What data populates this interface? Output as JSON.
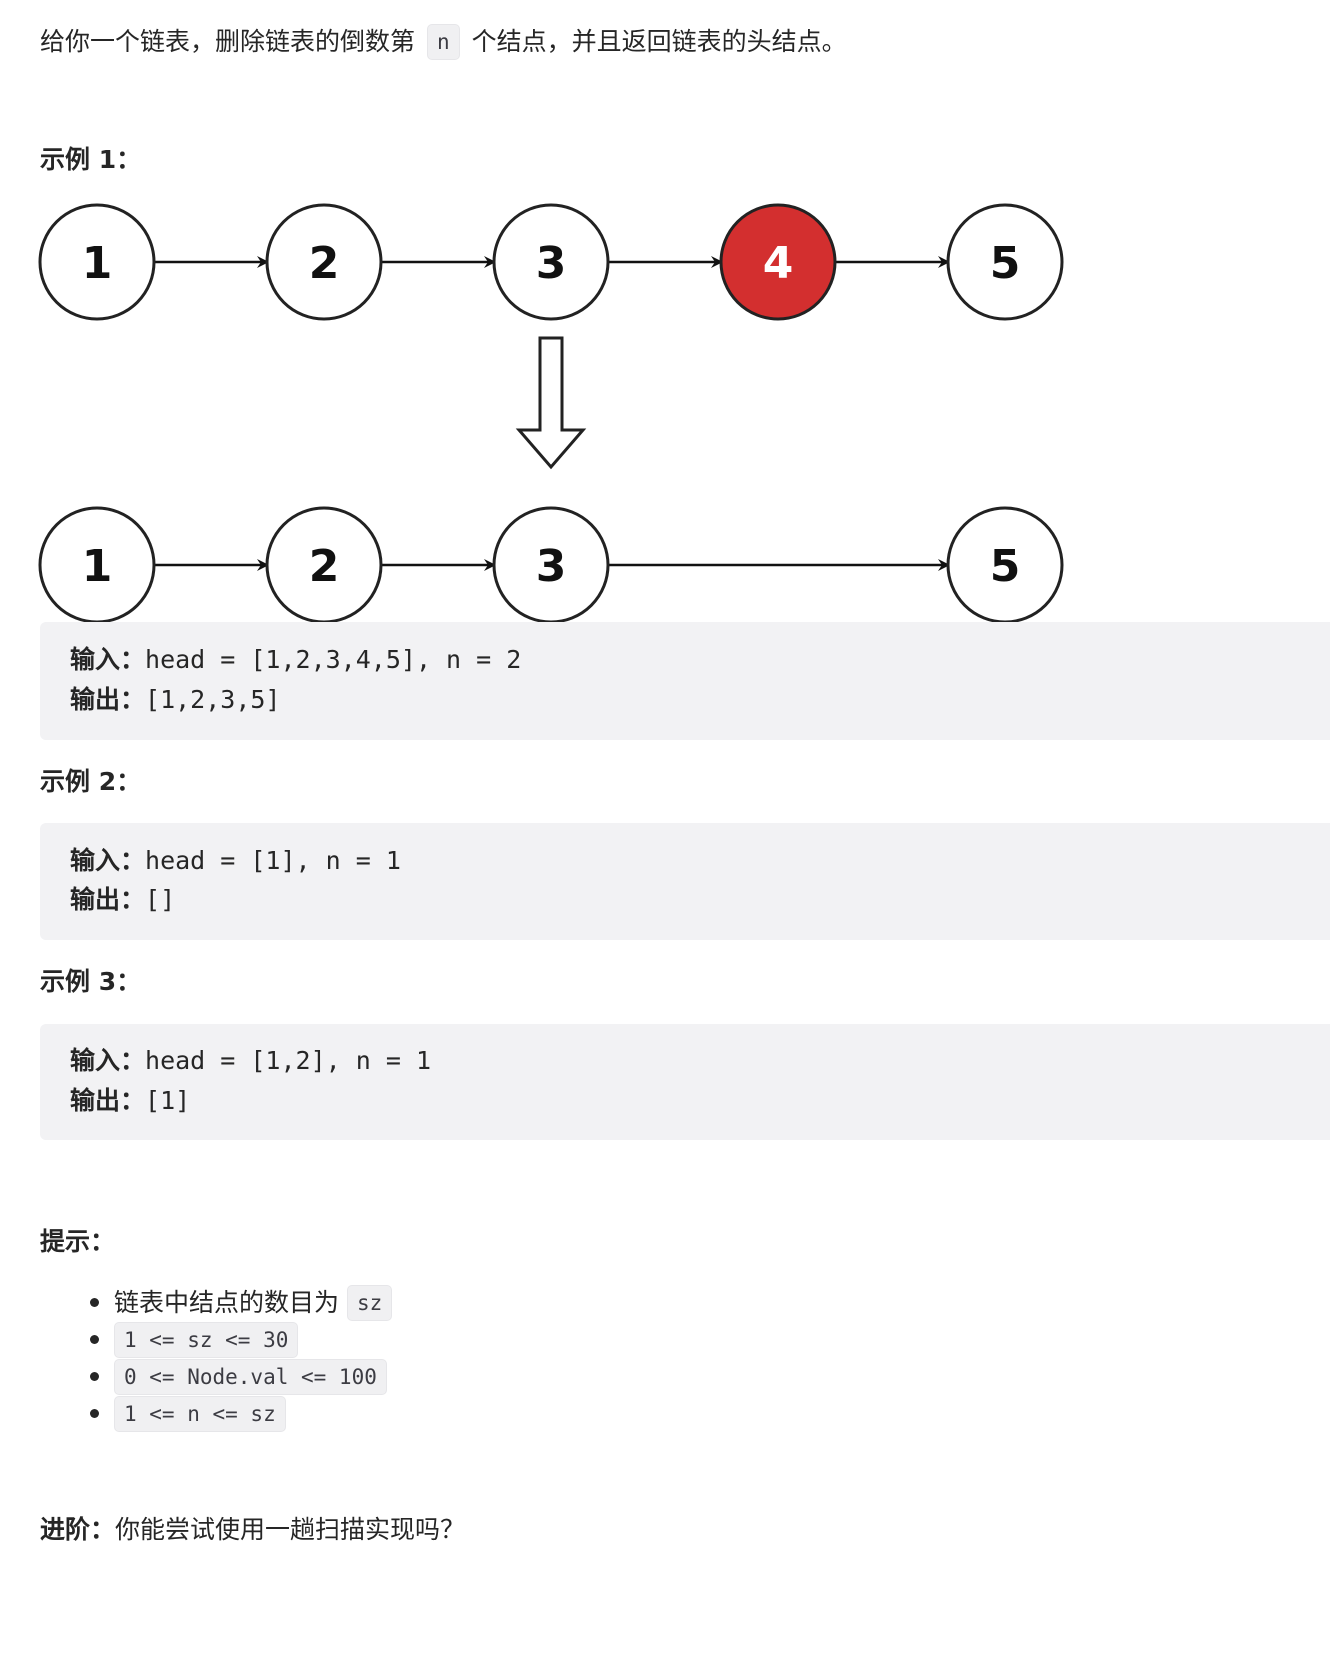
{
  "intro": {
    "before": "给你一个链表，删除链表的倒数第",
    "code": "n",
    "after": "个结点，并且返回链表的头结点。"
  },
  "example1": {
    "title": "示例 1：",
    "diagram": {
      "top_nodes": [
        "1",
        "2",
        "3",
        "4",
        "5"
      ],
      "removed_node": "4",
      "bottom_nodes": [
        "1",
        "2",
        "3",
        "5"
      ],
      "colors": {
        "removed_fill": "#d32f2f",
        "node_stroke": "#222222",
        "node_fill": "#ffffff"
      }
    },
    "input_label": "输入：",
    "input_value": "head = [1,2,3,4,5], n = 2",
    "output_label": "输出：",
    "output_value": "[1,2,3,5]"
  },
  "example2": {
    "title": "示例 2：",
    "input_label": "输入：",
    "input_value": "head = [1], n = 1",
    "output_label": "输出：",
    "output_value": "[]"
  },
  "example3": {
    "title": "示例 3：",
    "input_label": "输入：",
    "input_value": "head = [1,2], n = 1",
    "output_label": "输出：",
    "output_value": "[1]"
  },
  "hints": {
    "title": "提示：",
    "items": [
      {
        "text": "链表中结点的数目为",
        "code": "sz"
      },
      {
        "text": "",
        "code": "1 <= sz <= 30"
      },
      {
        "text": "",
        "code": "0 <= Node.val <= 100"
      },
      {
        "text": "",
        "code": "1 <= n <= sz"
      }
    ]
  },
  "followup": {
    "label": "进阶：",
    "text": "你能尝试使用一趟扫描实现吗？"
  }
}
